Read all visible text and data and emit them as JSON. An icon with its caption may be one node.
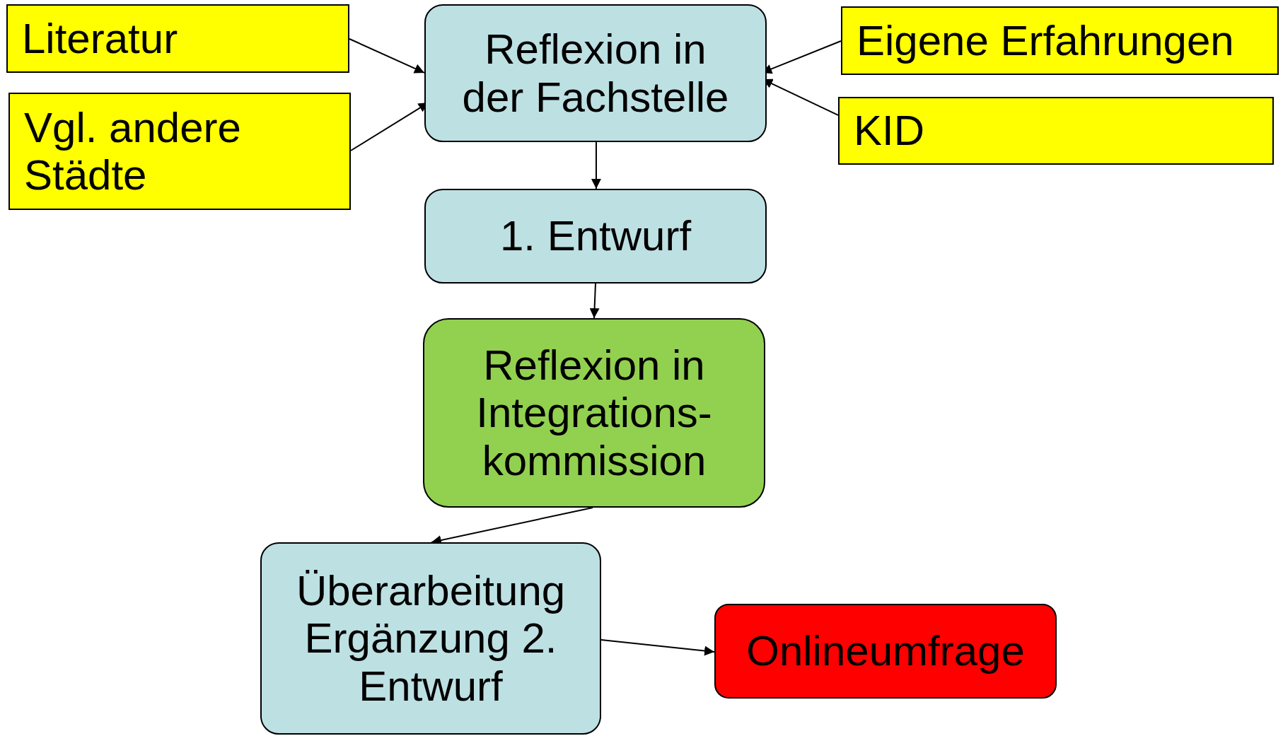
{
  "diagram": {
    "nodes": [
      {
        "text": [
          "Literatur"
        ]
      },
      {
        "text": [
          "Reflexion in der Fachstelle"
        ]
      },
      {
        "text": [
          "Eigene Erfahrungen"
        ]
      },
      {
        "text": [
          "Vgl. andere Städte"
        ]
      },
      {
        "text": [
          "KID"
        ]
      },
      {
        "text": [
          "1. Entwurf"
        ]
      },
      {
        "text": [
          "Reflexion in Integrations- kommission"
        ]
      },
      {
        "text": [
          "Überarbeitung Ergänzung 2. Entwurf"
        ]
      },
      {
        "text": [
          "Onlineumfrage"
        ]
      }
    ],
    "edges": [
      {
        "from": 0,
        "to": 1,
        "arrow": "to"
      },
      {
        "from": 3,
        "to": 1,
        "arrow": "to"
      },
      {
        "from": 2,
        "to": 1,
        "arrow": "to"
      },
      {
        "from": 4,
        "to": 1,
        "arrow": "to"
      },
      {
        "from": 1,
        "to": 5,
        "arrow": "to"
      },
      {
        "from": 5,
        "to": 6,
        "arrow": "to"
      },
      {
        "from": 6,
        "to": 7,
        "arrow": "to"
      },
      {
        "from": 7,
        "to": 8,
        "arrow": "to"
      }
    ]
  }
}
